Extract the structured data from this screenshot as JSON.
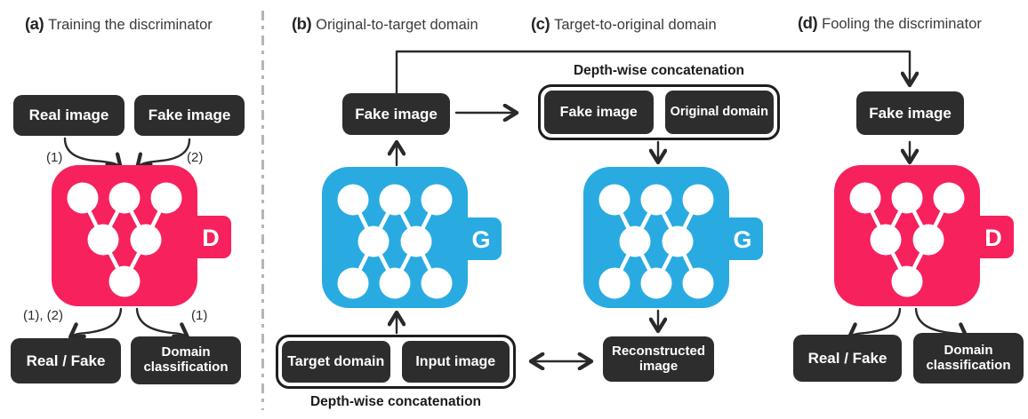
{
  "colors": {
    "discriminator_pink": "#f7215d",
    "generator_blue": "#29abe2",
    "box_dark": "#2d2d2d",
    "arrow": "#2a2a2a",
    "divider_gray": "#b5b5b5"
  },
  "panels": {
    "a": {
      "tag": "(a)",
      "title": "Training the discriminator",
      "boxes": {
        "real_image": "Real image",
        "fake_image": "Fake image",
        "real_fake": "Real / Fake",
        "domain_classification": "Domain classification"
      },
      "labels": {
        "in_left": "(1)",
        "in_right": "(2)",
        "out_left": "(1), (2)",
        "out_right": "(1)"
      },
      "network": {
        "letter": "D",
        "role": "discriminator"
      }
    },
    "b": {
      "tag": "(b)",
      "title": "Original-to-target domain",
      "boxes": {
        "fake_image": "Fake image"
      },
      "concat_group": {
        "items": {
          "target_domain": "Target domain",
          "input_image": "Input image"
        },
        "caption": "Depth-wise concatenation"
      },
      "network": {
        "letter": "G",
        "role": "generator"
      }
    },
    "c": {
      "tag": "(c)",
      "title": "Target-to-original domain",
      "concat_group": {
        "caption": "Depth-wise concatenation",
        "items": {
          "fake_image": "Fake image",
          "original_domain": "Original domain"
        }
      },
      "boxes": {
        "reconstructed_image": "Reconstructed image"
      },
      "network": {
        "letter": "G",
        "role": "generator"
      }
    },
    "d": {
      "tag": "(d)",
      "title": "Fooling the discriminator",
      "boxes": {
        "fake_image": "Fake image",
        "real_fake": "Real / Fake",
        "domain_classification": "Domain classification"
      },
      "network": {
        "letter": "D",
        "role": "discriminator"
      }
    }
  }
}
